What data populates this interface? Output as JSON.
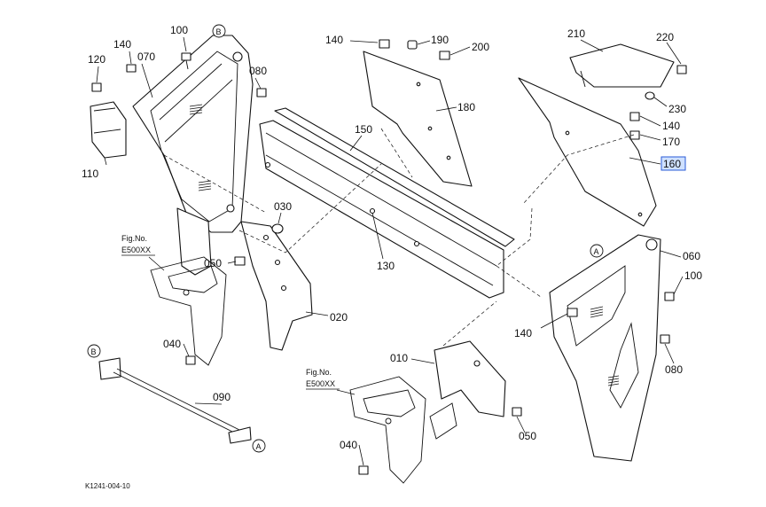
{
  "callouts": {
    "c010": "010",
    "c020": "020",
    "c030": "030",
    "c040a": "040",
    "c040b": "040",
    "c050a": "050",
    "c050b": "050",
    "c060": "060",
    "c070": "070",
    "c080a": "080",
    "c080b": "080",
    "c090": "090",
    "c100a": "100",
    "c100b": "100",
    "c110": "110",
    "c120": "120",
    "c130": "130",
    "c140a": "140",
    "c140b": "140",
    "c140c": "140",
    "c140d": "140",
    "c150": "150",
    "c160": "160",
    "c170": "170",
    "c180": "180",
    "c190": "190",
    "c200": "200",
    "c210": "210",
    "c220": "220",
    "c230": "230"
  },
  "highlighted_part": "160",
  "highlight_color": "#cfe1ff",
  "reference_letters": {
    "a1": "A",
    "a2": "A",
    "b1": "B",
    "b2": "B"
  },
  "figure_refs": {
    "left": {
      "line1": "Fig.No.",
      "line2": "E500XX"
    },
    "bottom": {
      "line1": "Fig.No.",
      "line2": "E500XX"
    }
  },
  "footer_code": "K1241-004-10"
}
